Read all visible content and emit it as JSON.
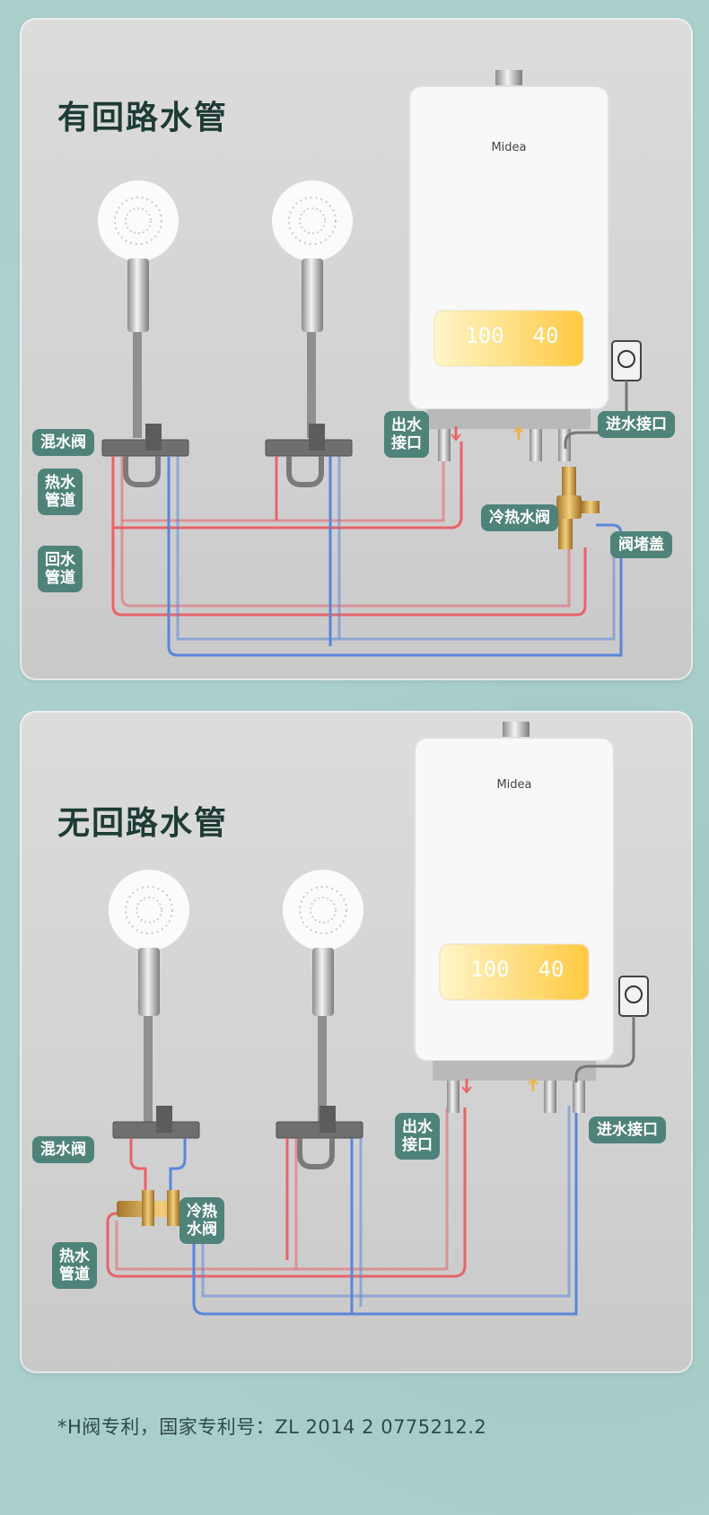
{
  "panels": [
    {
      "title": "有回路水管",
      "brand": "Midea",
      "display": {
        "left_digits": "100",
        "right_digits": "40"
      },
      "labels": {
        "mixing_valve": "混水阀",
        "hot_pipe": [
          "热水",
          "管道"
        ],
        "return_pipe": [
          "回水",
          "管道"
        ],
        "outlet": [
          "出水",
          "接口"
        ],
        "inlet": "进水接口",
        "cold_hot_valve": "冷热水阀",
        "valve_cap": "阀堵盖"
      }
    },
    {
      "title": "无回路水管",
      "brand": "Midea",
      "display": {
        "left_digits": "100",
        "right_digits": "40"
      },
      "labels": {
        "mixing_valve": "混水阀",
        "hot_pipe": [
          "热水",
          "管道"
        ],
        "cold_hot_valve": [
          "冷热",
          "水阀"
        ],
        "outlet": [
          "出水",
          "接口"
        ],
        "inlet": "进水接口"
      }
    }
  ],
  "footnote": "*H阀专利，国家专利号：ZL 2014 2 0775212.2",
  "colors": {
    "hot": "#e8636a",
    "cold": "#5b86d8",
    "label_bg": "#4f837a",
    "title": "#1e3b35"
  }
}
